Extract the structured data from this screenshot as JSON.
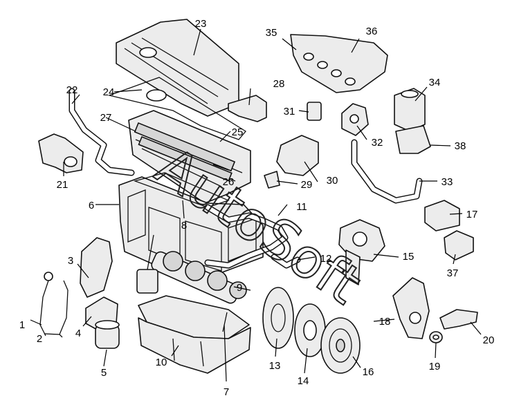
{
  "callouts": [
    {
      "id": "c1",
      "label": "1"
    },
    {
      "id": "c2",
      "label": "2"
    },
    {
      "id": "c3",
      "label": "3"
    },
    {
      "id": "c4",
      "label": "4"
    },
    {
      "id": "c5",
      "label": "5"
    },
    {
      "id": "c6",
      "label": "6"
    },
    {
      "id": "c7",
      "label": "7"
    },
    {
      "id": "c8",
      "label": "8"
    },
    {
      "id": "c9",
      "label": "9"
    },
    {
      "id": "c10",
      "label": "10"
    },
    {
      "id": "c11",
      "label": "11"
    },
    {
      "id": "c12",
      "label": "12"
    },
    {
      "id": "c13",
      "label": "13"
    },
    {
      "id": "c14",
      "label": "14"
    },
    {
      "id": "c15",
      "label": "15"
    },
    {
      "id": "c16",
      "label": "16"
    },
    {
      "id": "c17",
      "label": "17"
    },
    {
      "id": "c18",
      "label": "18"
    },
    {
      "id": "c19",
      "label": "19"
    },
    {
      "id": "c20",
      "label": "20"
    },
    {
      "id": "c21",
      "label": "21"
    },
    {
      "id": "c22",
      "label": "22"
    },
    {
      "id": "c23",
      "label": "23"
    },
    {
      "id": "c24",
      "label": "24"
    },
    {
      "id": "c25",
      "label": "25"
    },
    {
      "id": "c26",
      "label": "26"
    },
    {
      "id": "c27",
      "label": "27"
    },
    {
      "id": "c28",
      "label": "28"
    },
    {
      "id": "c29",
      "label": "29"
    },
    {
      "id": "c30",
      "label": "30"
    },
    {
      "id": "c31",
      "label": "31"
    },
    {
      "id": "c32",
      "label": "32"
    },
    {
      "id": "c33",
      "label": "33"
    },
    {
      "id": "c34",
      "label": "34"
    },
    {
      "id": "c35",
      "label": "35"
    },
    {
      "id": "c36",
      "label": "36"
    },
    {
      "id": "c37",
      "label": "37"
    },
    {
      "id": "c38",
      "label": "38"
    }
  ],
  "watermark": {
    "text": "AutoSoft"
  }
}
